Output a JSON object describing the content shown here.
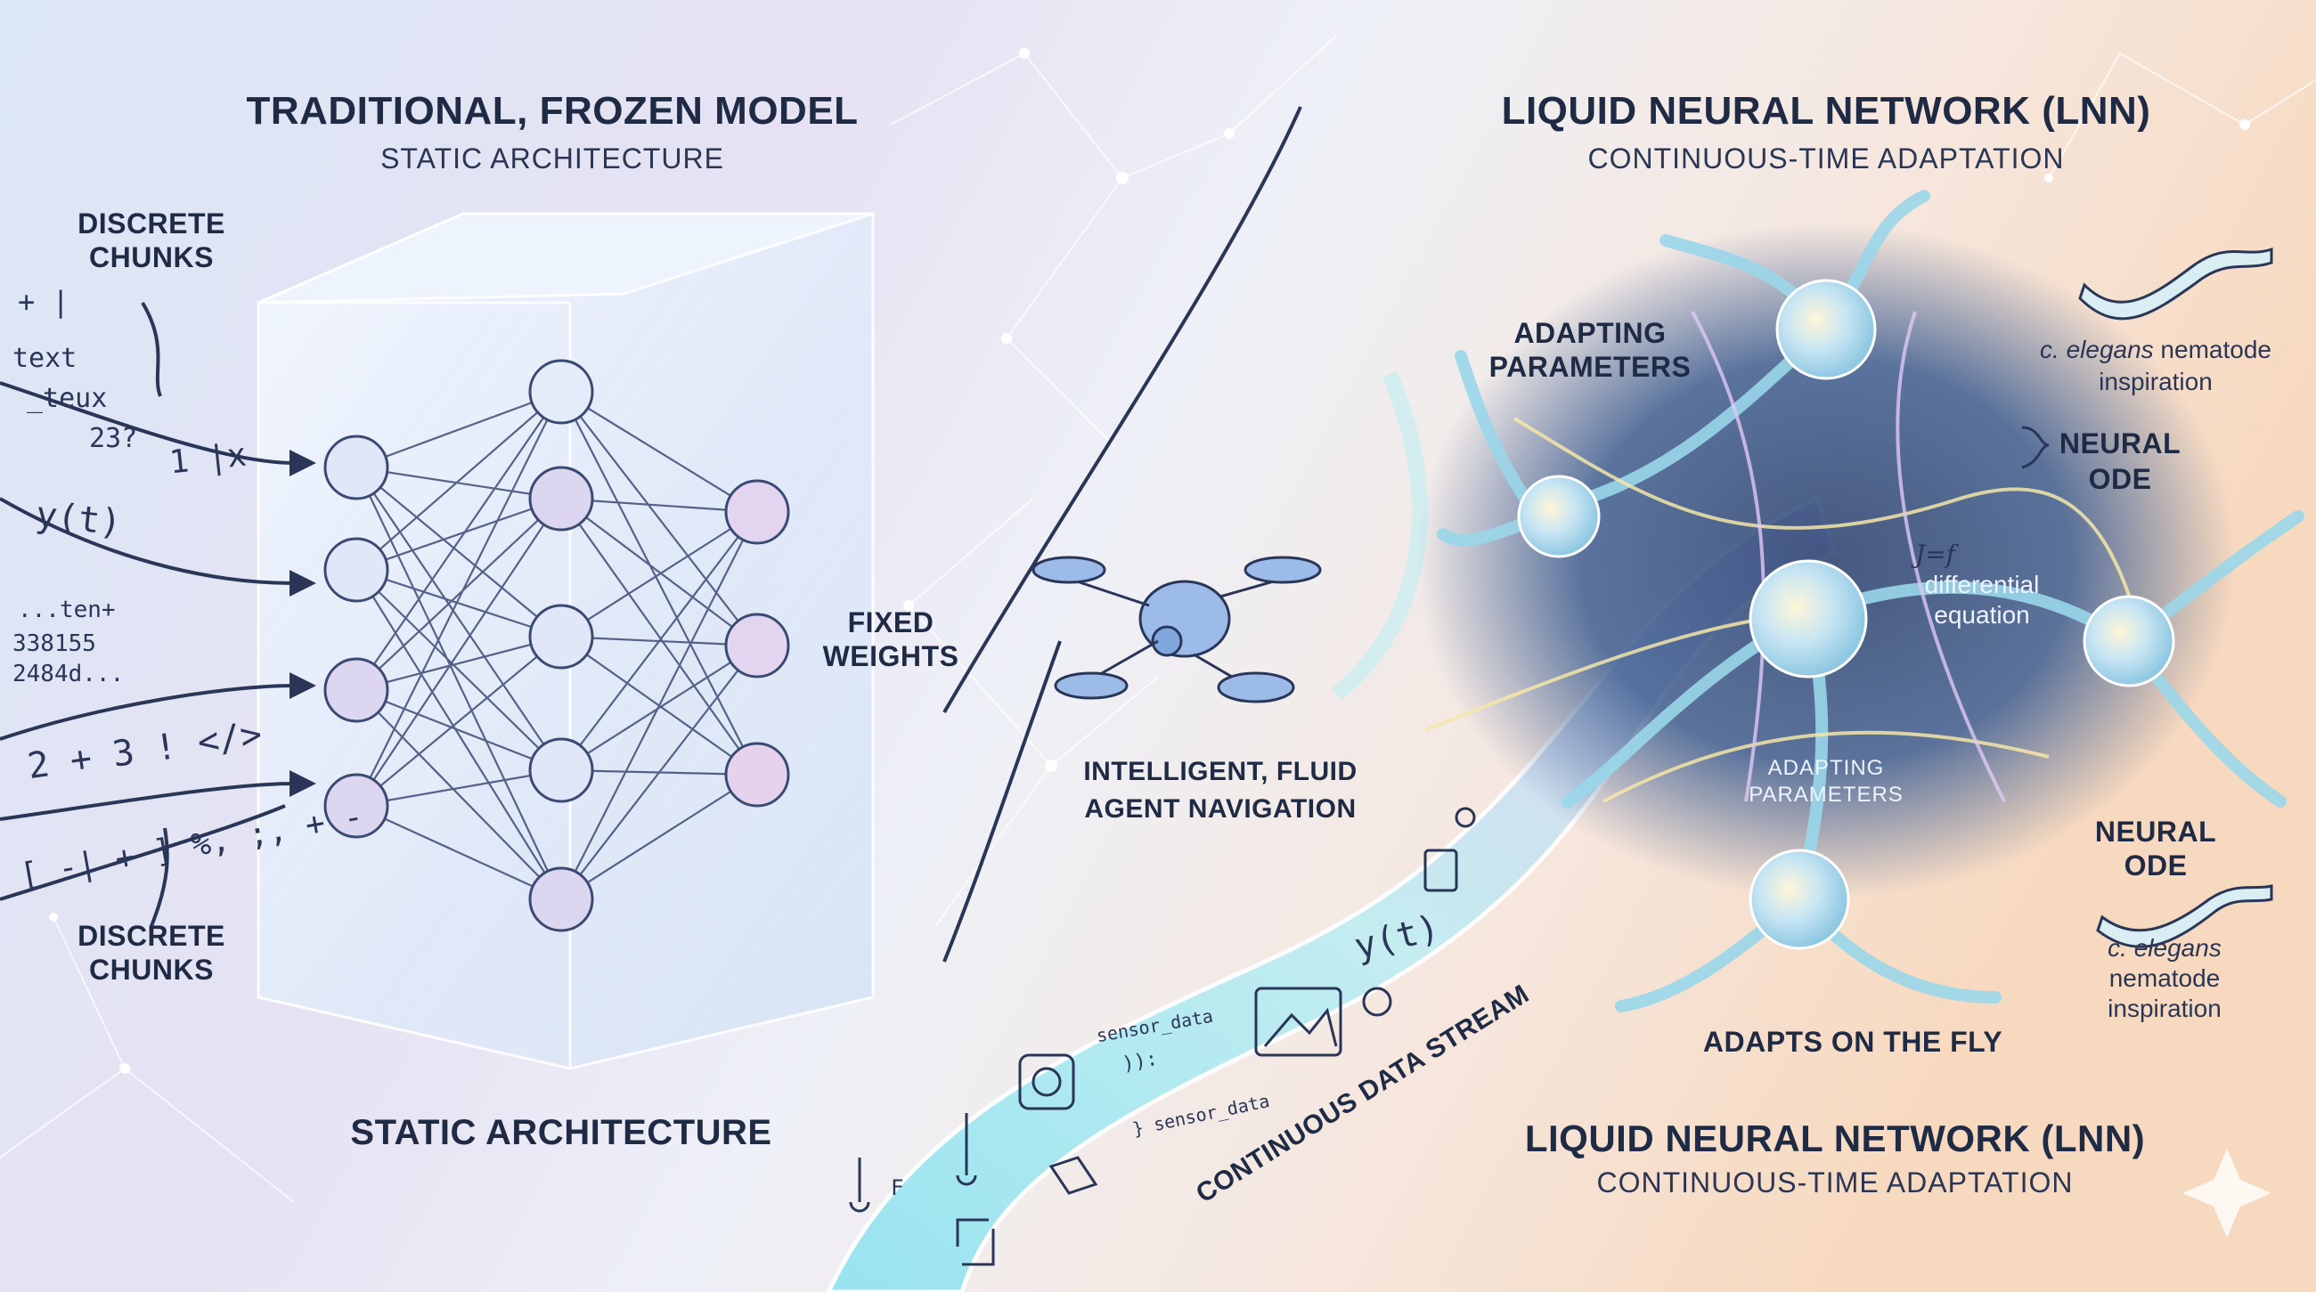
{
  "left": {
    "title": "TRADITIONAL, FROZEN MODEL",
    "subtitle": "STATIC ARCHITECTURE",
    "discrete_chunks_top": "DISCRETE\nCHUNKS",
    "discrete_chunks_bottom": "DISCRETE\nCHUNKS",
    "fixed_weights": "FIXED\nWEIGHTS",
    "static_architecture": "STATIC ARCHITECTURE",
    "scribbles": [
      "+ |",
      "text",
      "_teux",
      "23?",
      "1 |x",
      "y(t)",
      "...ten+",
      "338155",
      "2484d...",
      "2 + 3 ! </>",
      "[ -| + ]  %, ;, + -"
    ]
  },
  "middle": {
    "agent_label": "INTELLIGENT, FLUID\nAGENT NAVIGATION",
    "stream_label": "CONTINUOUS DATA STREAM",
    "stream_text": [
      "sensor_data",
      ")):",
      "} sensor_data",
      "y(t)",
      "F"
    ]
  },
  "right": {
    "title": "LIQUID NEURAL NETWORK (LNN)",
    "subtitle": "CONTINUOUS-TIME ADAPTATION",
    "adapting_top": "ADAPTING\nPARAMETERS",
    "celegans_top_italic": "c. elegans",
    "celegans_top_rest": " nematode\ninspiration",
    "neural_ode_top": "NEURAL\nODE",
    "diff_symbol": "J=f",
    "diff_eq": "differential\nequation",
    "adapting_center": "ADAPTING\nPARAMETERS",
    "neural_ode_bottom": "NEURAL\nODE",
    "celegans_bottom_italic": "c. elegans",
    "celegans_bottom_rest": "nematode\ninspiration",
    "adapts": "ADAPTS ON THE FLY",
    "title_bottom": "LIQUID NEURAL NETWORK (LNN)",
    "subtitle_bottom": "CONTINUOUS-TIME ADAPTATION"
  },
  "colors": {
    "ink": "#1f2a44",
    "node_fill": "#d8d4f0",
    "stream_cyan": "#8fe3f0",
    "neuron": "#9ad7ea",
    "bg_left": "#d9e4f4",
    "bg_right": "#f8dcc4"
  }
}
